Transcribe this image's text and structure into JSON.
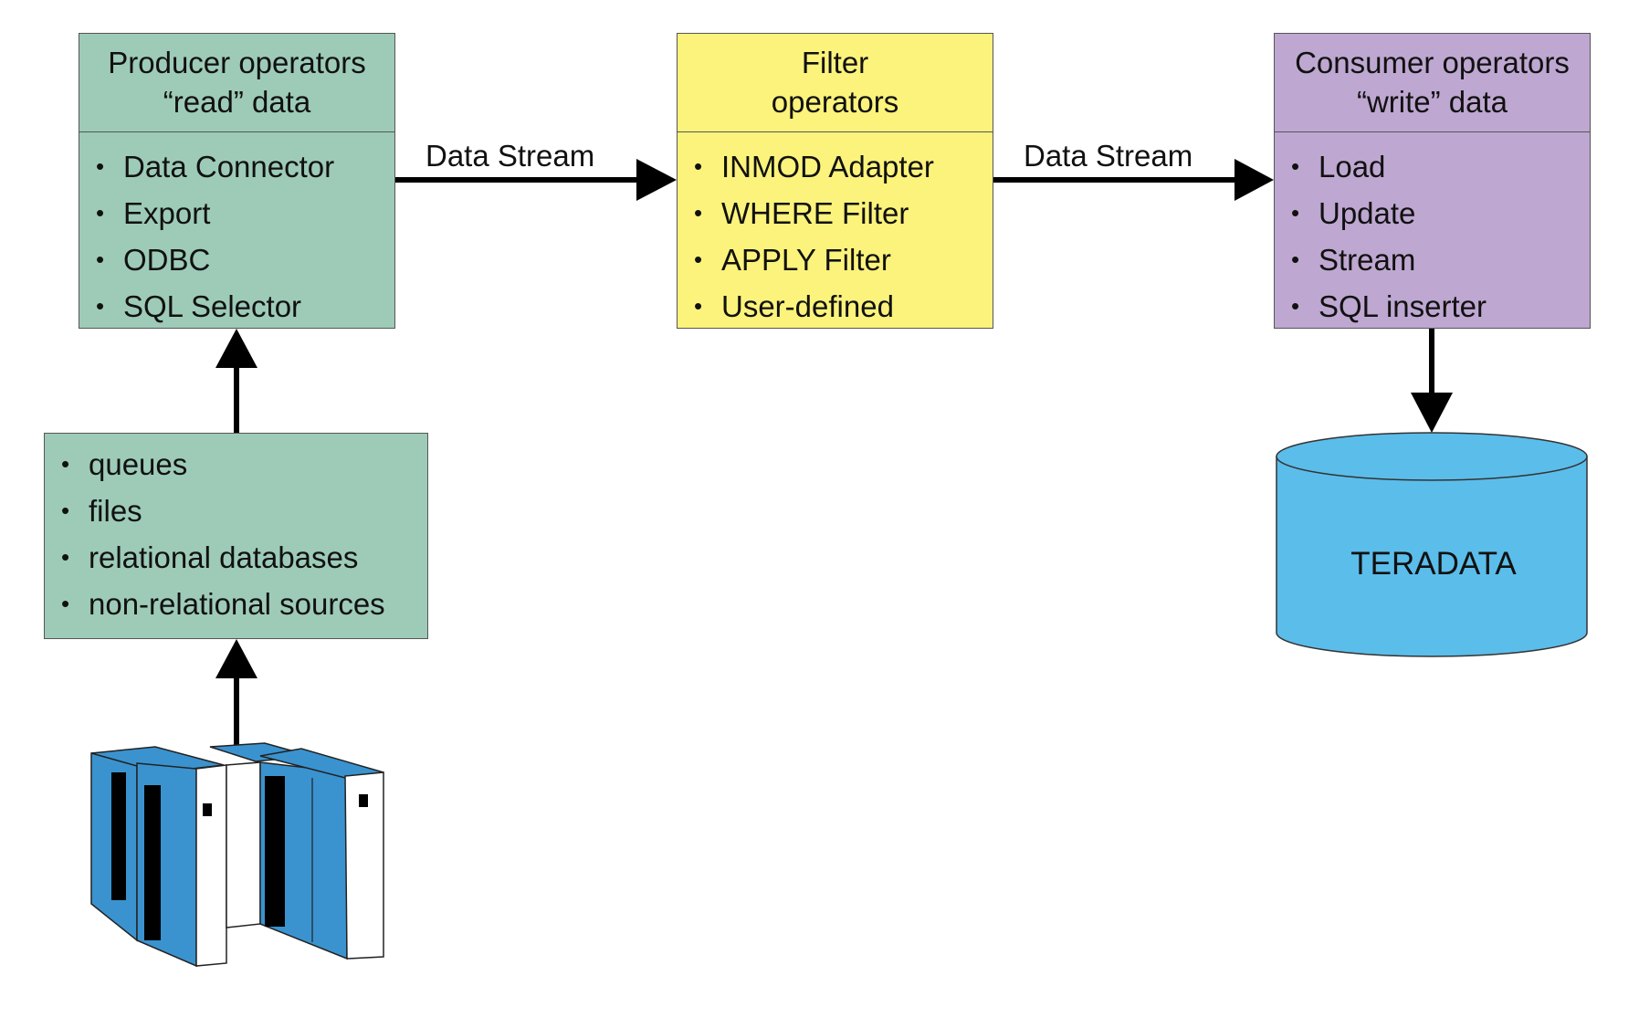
{
  "producer": {
    "title_line1": "Producer operators",
    "title_line2": "“read” data",
    "items": [
      "Data Connector",
      "Export",
      "ODBC",
      "SQL Selector"
    ]
  },
  "filter": {
    "title_line1": "Filter",
    "title_line2": "operators",
    "items": [
      "INMOD Adapter",
      "WHERE Filter",
      "APPLY Filter",
      "User-defined"
    ]
  },
  "consumer": {
    "title_line1": "Consumer operators",
    "title_line2": "“write” data",
    "items": [
      "Load",
      "Update",
      "Stream",
      "SQL inserter"
    ]
  },
  "sources": {
    "items": [
      "queues",
      "files",
      "relational databases",
      "non-relational sources"
    ]
  },
  "streams": {
    "left_label": "Data Stream",
    "right_label": "Data Stream"
  },
  "database": {
    "label": "TERADATA"
  },
  "colors": {
    "producer": "#9dcbb8",
    "filter": "#fbf37b",
    "consumer": "#bea7d1",
    "database": "#5bbdea",
    "server_blue": "#3a93cf"
  },
  "icons": {
    "server": "server-rack-icon",
    "database": "database-cylinder-icon"
  }
}
